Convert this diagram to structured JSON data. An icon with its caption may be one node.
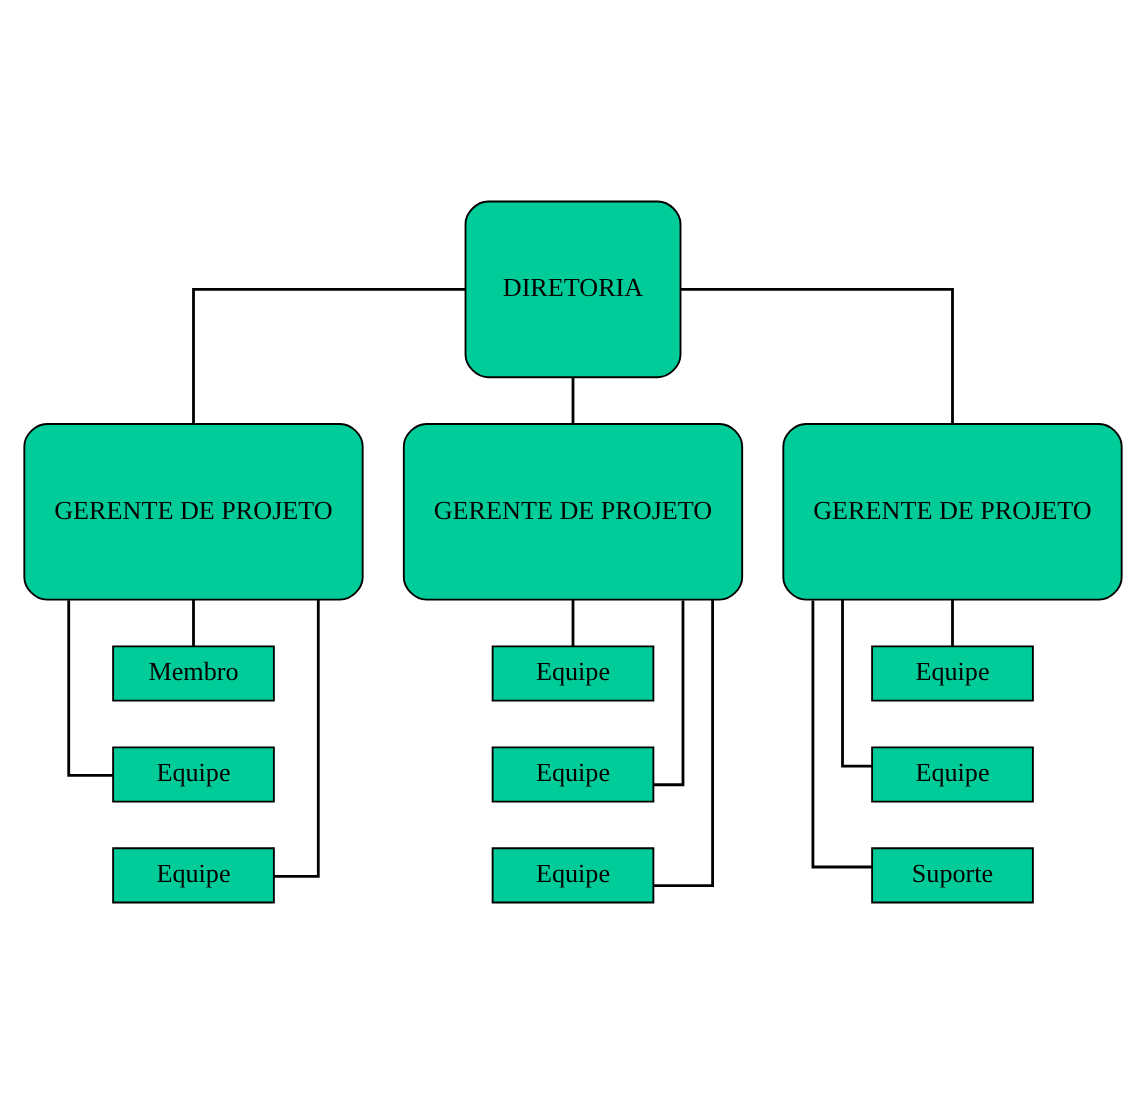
{
  "diagram": {
    "nodes": [
      {
        "text": [
          "DIRETORIA"
        ]
      },
      {
        "text": [
          "GERENTE DE PROJETO"
        ]
      },
      {
        "text": [
          "GERENTE DE PROJETO"
        ]
      },
      {
        "text": [
          "GERENTE DE PROJETO"
        ]
      },
      {
        "text": [
          "Membro"
        ]
      },
      {
        "text": [
          "Equipe"
        ]
      },
      {
        "text": [
          "Equipe"
        ]
      },
      {
        "text": [
          "Equipe"
        ]
      },
      {
        "text": [
          "Equipe"
        ]
      },
      {
        "text": [
          "Equipe"
        ]
      },
      {
        "text": [
          "Equipe"
        ]
      },
      {
        "text": [
          "Equipe"
        ]
      },
      {
        "text": [
          "Suporte"
        ]
      }
    ],
    "edges": [
      {
        "from": 0,
        "to": 1,
        "arrow": "none"
      },
      {
        "from": 0,
        "to": 2,
        "arrow": "none"
      },
      {
        "from": 0,
        "to": 3,
        "arrow": "none"
      },
      {
        "from": 1,
        "to": 4,
        "arrow": "none"
      },
      {
        "from": 1,
        "to": 5,
        "arrow": "none"
      },
      {
        "from": 1,
        "to": 6,
        "arrow": "none"
      },
      {
        "from": 2,
        "to": 7,
        "arrow": "none"
      },
      {
        "from": 2,
        "to": 8,
        "arrow": "none"
      },
      {
        "from": 2,
        "to": 9,
        "arrow": "none"
      },
      {
        "from": 3,
        "to": 10,
        "arrow": "none"
      },
      {
        "from": 3,
        "to": 11,
        "arrow": "none"
      },
      {
        "from": 3,
        "to": 12,
        "arrow": "none"
      }
    ]
  }
}
